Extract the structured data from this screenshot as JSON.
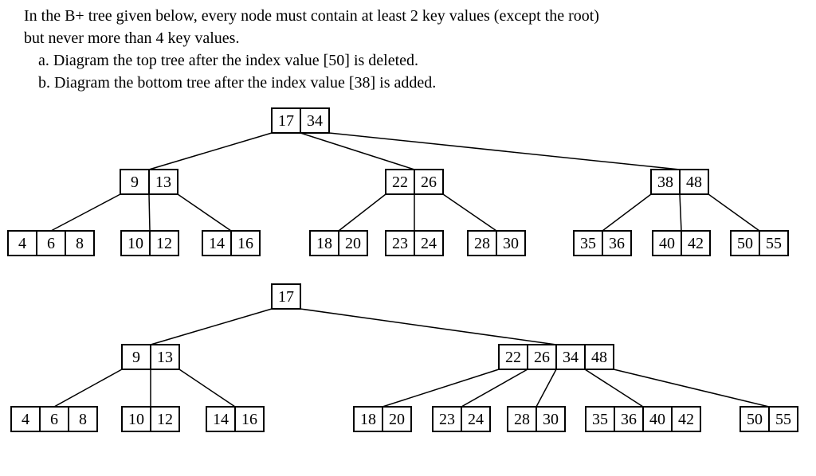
{
  "question": {
    "line1": "In the B+ tree given below, every node must contain at least 2  key values (except the root)",
    "line2": "but never more than 4 key values.",
    "item_a": "a. Diagram the top tree after the index value [50] is deleted.",
    "item_b": "b. Diagram the bottom tree after the index value [38] is added."
  },
  "trees": [
    {
      "name": "top-tree",
      "root": [
        "17",
        "34"
      ],
      "internal": [
        [
          "9",
          "13"
        ],
        [
          "22",
          "26"
        ],
        [
          "38",
          "48"
        ]
      ],
      "leaves": [
        [
          "4",
          "6",
          "8"
        ],
        [
          "10",
          "12"
        ],
        [
          "14",
          "16"
        ],
        [
          "18",
          "20"
        ],
        [
          "23",
          "24"
        ],
        [
          "28",
          "30"
        ],
        [
          "35",
          "36"
        ],
        [
          "40",
          "42"
        ],
        [
          "50",
          "55"
        ]
      ]
    },
    {
      "name": "bottom-tree",
      "root": [
        "17"
      ],
      "internal": [
        [
          "9",
          "13"
        ],
        [
          "22",
          "26",
          "34",
          "48"
        ]
      ],
      "leaves": [
        [
          "4",
          "6",
          "8"
        ],
        [
          "10",
          "12"
        ],
        [
          "14",
          "16"
        ],
        [
          "18",
          "20"
        ],
        [
          "23",
          "24"
        ],
        [
          "28",
          "30"
        ],
        [
          "35",
          "36",
          "40",
          "42"
        ],
        [
          "50",
          "55"
        ]
      ]
    }
  ]
}
